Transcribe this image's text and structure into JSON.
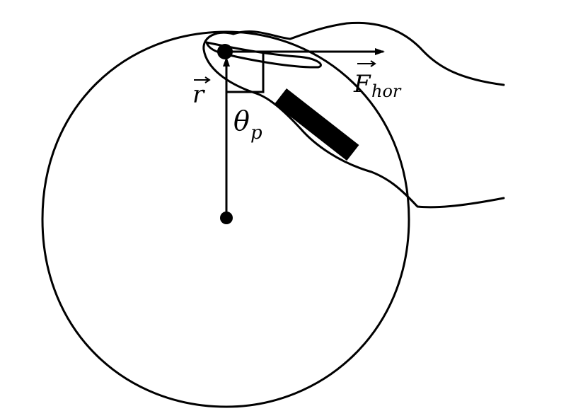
{
  "diagram": {
    "labels": {
      "r_vector": "r",
      "force_main": "F",
      "force_subscript": "hor",
      "angle_main": "θ",
      "angle_subscript": "p"
    },
    "colors": {
      "stroke": "#000000",
      "background": "#ffffff"
    },
    "icons": {
      "vector_arrow": "right-arrow-accent",
      "finger": "hand-finger",
      "bar": "black-rectangle"
    }
  }
}
